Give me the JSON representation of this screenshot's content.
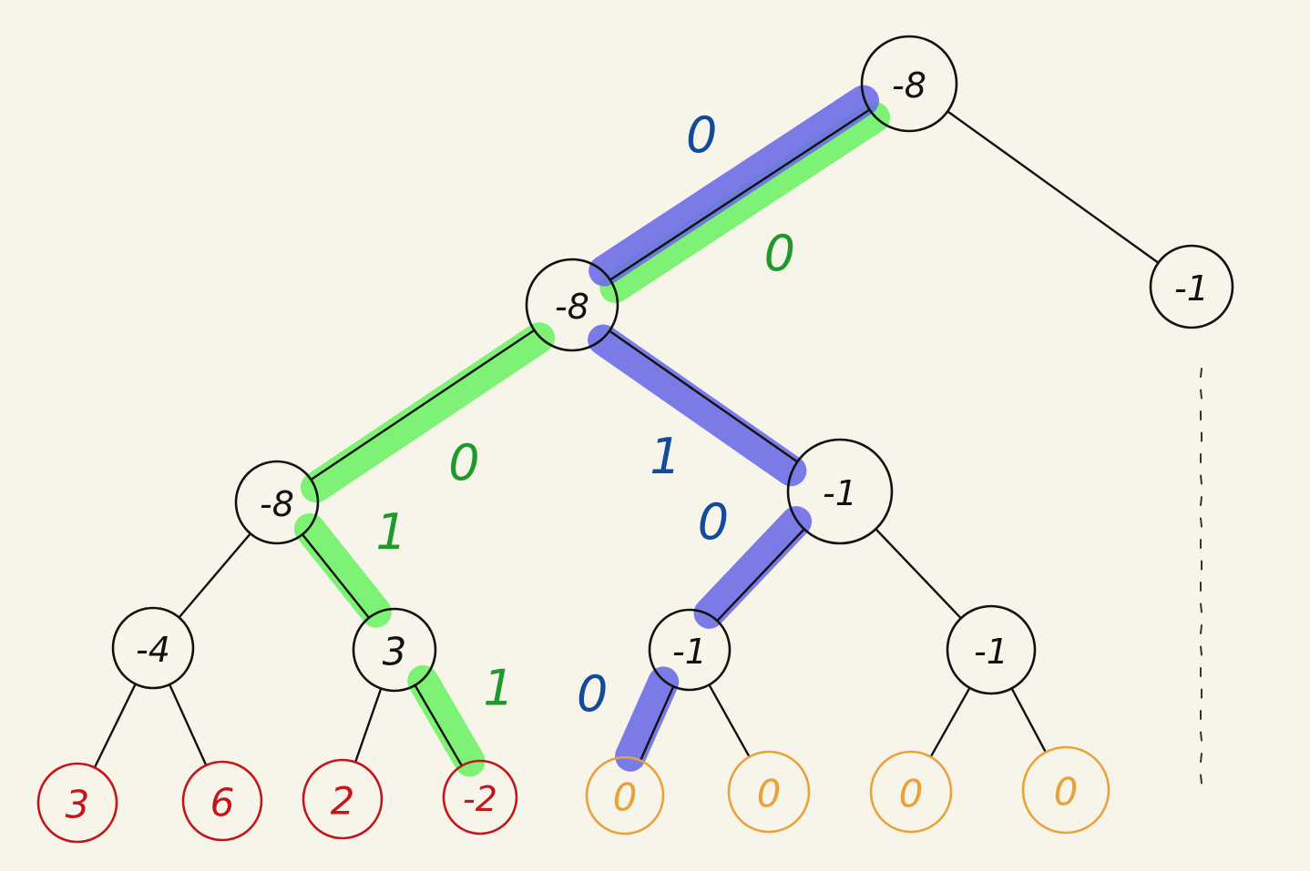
{
  "colors": {
    "background": "#f7f5ea",
    "internal_node": "#111111",
    "leaf_red": "#c3161c",
    "leaf_orange": "#e9a23b",
    "highlight_green": "#6df266",
    "highlight_blue": "#6b6be8",
    "label_green": "#1f9a2a",
    "label_blue": "#124a9c"
  },
  "nodes": [
    {
      "id": "root",
      "label": "-8",
      "kind": "internal"
    },
    {
      "id": "n_l",
      "label": "-8",
      "kind": "internal"
    },
    {
      "id": "n_r",
      "label": "-1",
      "kind": "internal"
    },
    {
      "id": "n_ll",
      "label": "-8",
      "kind": "internal"
    },
    {
      "id": "n_lr",
      "label": "-1",
      "kind": "internal"
    },
    {
      "id": "n_lll",
      "label": "-4",
      "kind": "internal"
    },
    {
      "id": "n_llr",
      "label": "3",
      "kind": "internal"
    },
    {
      "id": "n_lrl",
      "label": "-1",
      "kind": "internal"
    },
    {
      "id": "n_lrr",
      "label": "-1",
      "kind": "internal"
    },
    {
      "id": "leaf1",
      "label": "3",
      "kind": "leaf_red"
    },
    {
      "id": "leaf2",
      "label": "6",
      "kind": "leaf_red"
    },
    {
      "id": "leaf3",
      "label": "2",
      "kind": "leaf_red"
    },
    {
      "id": "leaf4",
      "label": "-2",
      "kind": "leaf_red"
    },
    {
      "id": "leaf5",
      "label": "0",
      "kind": "leaf_orange"
    },
    {
      "id": "leaf6",
      "label": "0",
      "kind": "leaf_orange"
    },
    {
      "id": "leaf7",
      "label": "0",
      "kind": "leaf_orange"
    },
    {
      "id": "leaf8",
      "label": "0",
      "kind": "leaf_orange"
    }
  ],
  "edges": [
    {
      "from": "root",
      "to": "n_l"
    },
    {
      "from": "root",
      "to": "n_r"
    },
    {
      "from": "n_l",
      "to": "n_ll"
    },
    {
      "from": "n_l",
      "to": "n_lr"
    },
    {
      "from": "n_ll",
      "to": "n_lll"
    },
    {
      "from": "n_ll",
      "to": "n_llr"
    },
    {
      "from": "n_lr",
      "to": "n_lrl"
    },
    {
      "from": "n_lr",
      "to": "n_lrr"
    },
    {
      "from": "n_lll",
      "to": "leaf1"
    },
    {
      "from": "n_lll",
      "to": "leaf2"
    },
    {
      "from": "n_llr",
      "to": "leaf3"
    },
    {
      "from": "n_llr",
      "to": "leaf4"
    },
    {
      "from": "n_lrl",
      "to": "leaf5"
    },
    {
      "from": "n_lrl",
      "to": "leaf6"
    },
    {
      "from": "n_lrr",
      "to": "leaf7"
    },
    {
      "from": "n_lrr",
      "to": "leaf8"
    }
  ],
  "green_path": [
    {
      "from": "root",
      "to": "n_l",
      "label": "0"
    },
    {
      "from": "n_l",
      "to": "n_ll",
      "label": "0"
    },
    {
      "from": "n_ll",
      "to": "n_llr",
      "label": "1"
    },
    {
      "from": "n_llr",
      "to": "leaf4",
      "label": "1"
    }
  ],
  "blue_path": [
    {
      "from": "root",
      "to": "n_l",
      "label": "0"
    },
    {
      "from": "n_l",
      "to": "n_lr",
      "label": "1"
    },
    {
      "from": "n_lr",
      "to": "n_lrl",
      "label": "0"
    },
    {
      "from": "n_lrl",
      "to": "leaf5",
      "label": "0"
    }
  ]
}
